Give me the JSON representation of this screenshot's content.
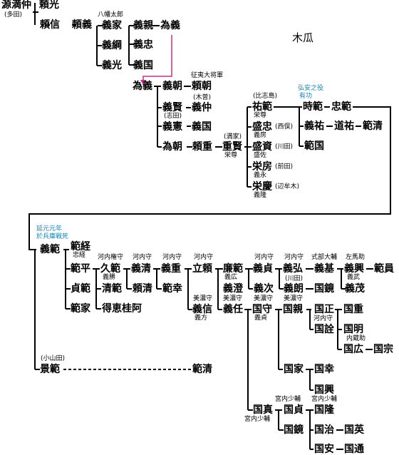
{
  "title": "木瓜",
  "people": {
    "minamoto_mitsunaka": "源満仲",
    "tada": "(多田)",
    "yorimitsu": "頼光",
    "yorinobu": "頼信",
    "yoriyoshi": "頼義",
    "yoshiie": "義家",
    "hachiman_taro": "八幡太郎",
    "yoshichika": "義親",
    "tameyoshi_top": "為義",
    "yoshitsuna": "義綱",
    "yoshitada": "義忠",
    "yoshimitsu": "義光",
    "yoshikuni": "義国",
    "tameyoshi": "為義",
    "yoshitomo": "義朝",
    "yoritomo": "頼朝",
    "seii_taishogun": "征夷大将軍",
    "yoshikata": "義賢",
    "yoshinaka": "義仲",
    "kiso": "(木曽)",
    "yoshinori": "義憲",
    "shida": "(志田)",
    "yoshikuni2": "義国",
    "tametomo": "為朝",
    "yorishige": "頼重",
    "shigezane": "重賢",
    "mitsuga": "(満家)",
    "shigezane_sub": "栄尊",
    "sukenori": "祐範",
    "shishijima": "(比志島)",
    "sukenori_sub": "栄尊",
    "moritada": "盛忠",
    "nishimata": "(西俣)",
    "moritada_sub": "義房",
    "morisuke": "盛資",
    "kawata": "(川田)",
    "morisuke_sub": "盛佐",
    "sakafusa": "栄房",
    "maeda": "(前田)",
    "sakafusa_sub": "義永",
    "sakayoshi": "栄慶",
    "henmuki": "(辺牟木)",
    "sakayoshi_sub": "義隆",
    "tokinori": "時範",
    "tadanori": "忠範",
    "koan": "弘安之役",
    "yuko": "有功",
    "yoshisuke": "義祐",
    "michisuke": "道祐",
    "norikiyo": "範清",
    "norikuni": "範国",
    "engen": "延元元年",
    "ohyogo": "於兵庫戦死",
    "yoshinori2": "義範",
    "norisune": "範経",
    "norisune_sub": "忠経",
    "norihira": "範平",
    "sadanori": "貞範",
    "noriie": "範家",
    "hisanori": "久範",
    "hisanori_sub": "義勝",
    "kawachi_gon": "河内権守",
    "kiyonori": "清範",
    "tokueikeia": "得恵桂阿",
    "yoshikiyo": "義清",
    "kawachi1": "河内守",
    "yorikiyo": "頼清",
    "yoshishige": "義重",
    "kawachi2": "河内守",
    "norisachi": "範幸",
    "tatsuyori": "立頼",
    "kawachi3": "河内守",
    "yoshinobu": "義信",
    "mino1": "美濃守",
    "yoshinobu_sub": "義方",
    "renori": "廉範",
    "renori_sub": "義広",
    "yoshicho": "義澄",
    "yoshinin": "義任",
    "mino2": "美濃守",
    "yoshisada": "義貞",
    "kawachi4": "河内守",
    "yoshitsugu": "義次",
    "kunimori": "国守",
    "mino3": "美濃守",
    "kunimori_sub": "義貞",
    "yoshihiro": "義弘",
    "kawachi5": "河内守",
    "kawata2": "(川田)",
    "yoshiro": "義朗",
    "mino4": "美濃守",
    "kunikyo": "国鏡",
    "yoshimoto": "義基",
    "shikibu": "式部大輔",
    "yoshioki": "義興",
    "sama": "左馬助",
    "yoshioki_sub": "義武",
    "norikazu": "範員",
    "yoshishige2": "義茂",
    "kunichika": "国親",
    "kunimasa": "国正",
    "kunisen": "国詮",
    "kawachi6": "河内守",
    "kunishige": "国重",
    "kuniaki": "国明",
    "kunihiro": "国広",
    "kurano": "内蔵助",
    "kunimune": "国宗",
    "koyamada": "(小山田)",
    "kagenori": "景範",
    "norikiyo2": "範清",
    "kuniie": "国家",
    "kuniyuki": "国幸",
    "kunioki": "国興",
    "kunizane": "国真",
    "kunai1": "宮内少輔",
    "kunai_sub": "宮内少輔",
    "kunisada": "国貞",
    "kunai2": "宮内少輔",
    "kunitaka": "国隆",
    "kunikyo2": "国鏡",
    "kuniharu": "国治",
    "kunihide": "国英",
    "kuniyasu": "国安",
    "kunimichi": "国通"
  }
}
